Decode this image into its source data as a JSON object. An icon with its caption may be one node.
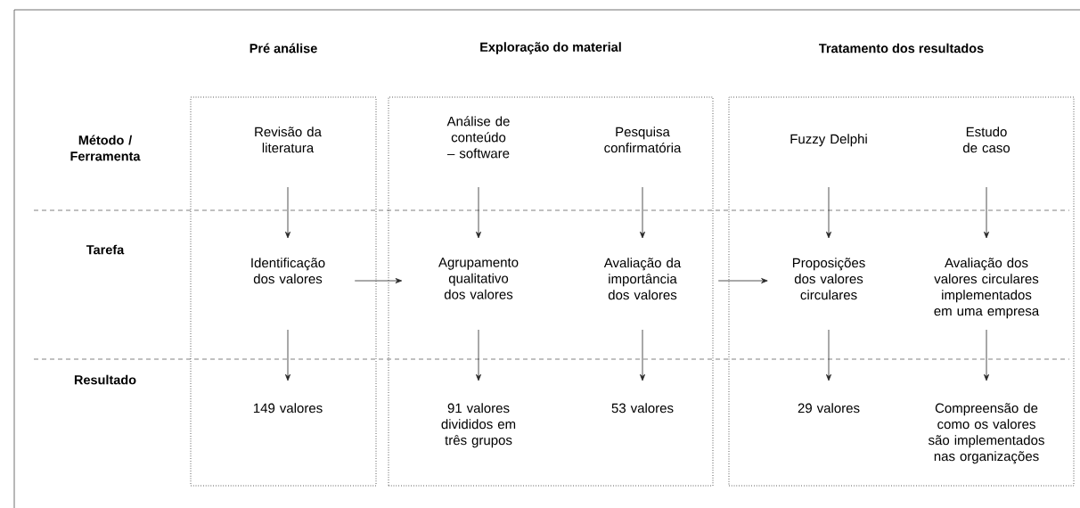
{
  "diagram": {
    "nodes": [
      {
        "text": [
          "Pré análise"
        ]
      },
      {
        "text": [
          "Exploração do material"
        ]
      },
      {
        "text": [
          "Tratamento dos resultados"
        ]
      },
      {
        "text": [
          "Revisão da literatura"
        ],
        "in": 0
      },
      {
        "text": [
          "Identificação dos valores"
        ],
        "in": 0
      },
      {
        "text": [
          "149 valores"
        ],
        "in": 0
      },
      {
        "text": [
          "Análise de conteúdo – software"
        ],
        "in": 1
      },
      {
        "text": [
          "Pesquisa confirmatória"
        ],
        "in": 1
      },
      {
        "text": [
          "Agrupamento qualitativo dos valores"
        ],
        "in": 1
      },
      {
        "text": [
          "Avaliação da importância dos valores"
        ],
        "in": 1
      },
      {
        "text": [
          "91 valores divididos em três grupos"
        ],
        "in": 1
      },
      {
        "text": [
          "53 valores"
        ],
        "in": 1
      },
      {
        "text": [
          "Fuzzy Delphi"
        ],
        "in": 2
      },
      {
        "text": [
          "Estudo de caso"
        ],
        "in": 2
      },
      {
        "text": [
          "Proposições dos valores circulares"
        ],
        "in": 2
      },
      {
        "text": [
          "Avaliação dos valores circulares implementados em uma empresa"
        ],
        "in": 2
      },
      {
        "text": [
          "29 valores"
        ],
        "in": 2
      },
      {
        "text": [
          "Compreensão de como os valores são implementados nas organizações"
        ],
        "in": 2
      }
    ],
    "edges": [
      {
        "from": 3,
        "to": 4,
        "arrow": "to"
      },
      {
        "from": 4,
        "to": 5,
        "arrow": "to"
      },
      {
        "from": 4,
        "to": 8,
        "arrow": "to"
      },
      {
        "from": 6,
        "to": 8,
        "arrow": "to"
      },
      {
        "from": 8,
        "to": 10,
        "arrow": "to"
      },
      {
        "from": 7,
        "to": 9,
        "arrow": "to"
      },
      {
        "from": 9,
        "to": 11,
        "arrow": "to"
      },
      {
        "from": 9,
        "to": 14,
        "arrow": "to"
      },
      {
        "from": 12,
        "to": 14,
        "arrow": "to"
      },
      {
        "from": 14,
        "to": 16,
        "arrow": "to"
      },
      {
        "from": 13,
        "to": 15,
        "arrow": "to"
      },
      {
        "from": 15,
        "to": 17,
        "arrow": "to"
      }
    ],
    "labels": [
      "Método / Ferramenta",
      "Tarefa",
      "Resultado"
    ]
  }
}
